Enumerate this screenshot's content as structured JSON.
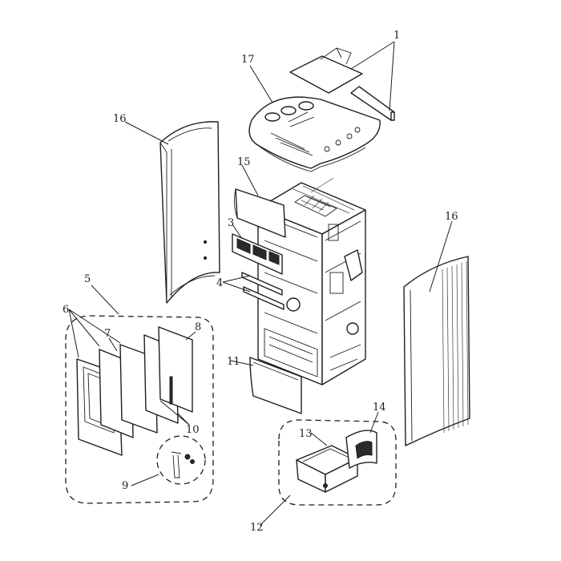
{
  "callouts": [
    {
      "id": "c1",
      "text": "1"
    },
    {
      "id": "c3",
      "text": "3"
    },
    {
      "id": "c4",
      "text": "4"
    },
    {
      "id": "c5",
      "text": "5"
    },
    {
      "id": "c6",
      "text": "6"
    },
    {
      "id": "c7",
      "text": "7"
    },
    {
      "id": "c8",
      "text": "8"
    },
    {
      "id": "c9",
      "text": "9"
    },
    {
      "id": "c10",
      "text": "10"
    },
    {
      "id": "c11",
      "text": "11"
    },
    {
      "id": "c12",
      "text": "12"
    },
    {
      "id": "c13",
      "text": "13"
    },
    {
      "id": "c14",
      "text": "14"
    },
    {
      "id": "c15",
      "text": "15"
    },
    {
      "id": "c16a",
      "text": "16"
    },
    {
      "id": "c16b",
      "text": "16"
    },
    {
      "id": "c17",
      "text": "17"
    }
  ]
}
